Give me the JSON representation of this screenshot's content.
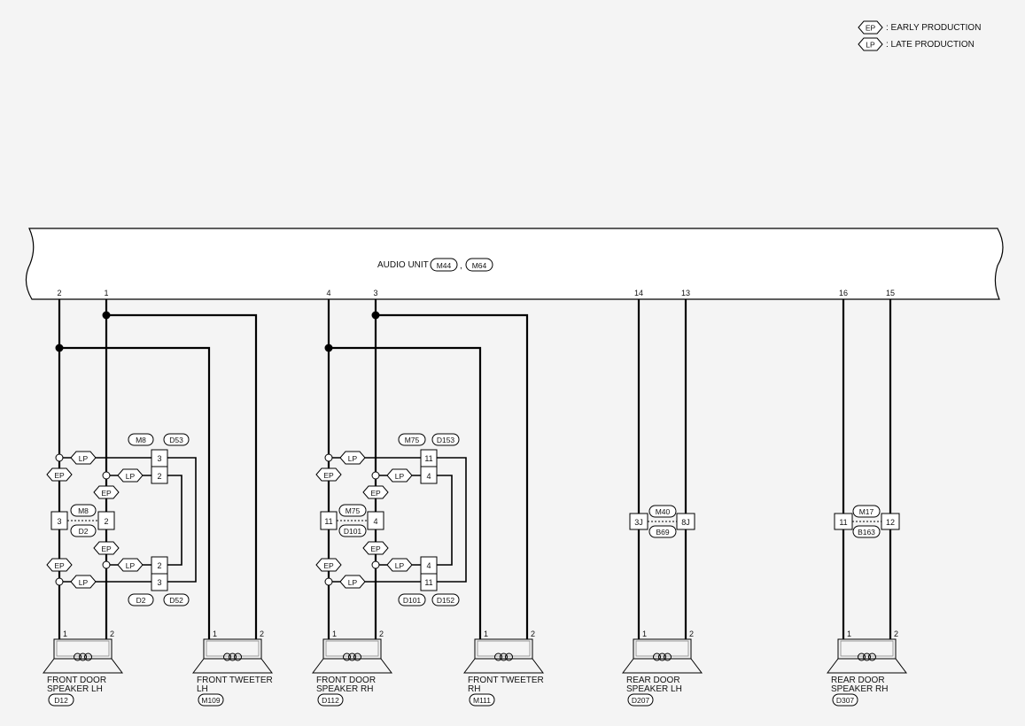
{
  "legend": {
    "ep_tag": "EP",
    "ep_text": ": EARLY PRODUCTION",
    "lp_tag": "LP",
    "lp_text": ": LATE PRODUCTION"
  },
  "audio_unit": {
    "label": "AUDIO UNIT",
    "conn1": "M44",
    "sep": ",",
    "conn2": "M64",
    "pins": [
      "2",
      "1",
      "4",
      "3",
      "14",
      "13",
      "16",
      "15"
    ]
  },
  "left_group": {
    "top_conn_a": "M8",
    "top_conn_b": "D53",
    "top_pin_a": "3",
    "top_pin_b": "2",
    "mid_left_pin": "3",
    "mid_right_pin": "2",
    "mid_conn_a": "M8",
    "mid_conn_b": "D2",
    "bot_pin_a": "2",
    "bot_pin_b": "3",
    "bot_conn_a": "D2",
    "bot_conn_b": "D52"
  },
  "right_group": {
    "top_conn_a": "M75",
    "top_conn_b": "D153",
    "top_pin_a": "11",
    "top_pin_b": "4",
    "mid_left_pin": "11",
    "mid_right_pin": "4",
    "mid_conn_a": "M75",
    "mid_conn_b": "D101",
    "bot_pin_a": "4",
    "bot_pin_b": "11",
    "bot_conn_a": "D101",
    "bot_conn_b": "D152"
  },
  "rear_lh_inline": {
    "left_pin": "3J",
    "right_pin": "8J",
    "conn_a": "M40",
    "conn_b": "B69"
  },
  "rear_rh_inline": {
    "left_pin": "11",
    "right_pin": "12",
    "conn_a": "M17",
    "conn_b": "B163"
  },
  "speakers": [
    {
      "line1": "FRONT DOOR",
      "line2": "SPEAKER LH",
      "conn": "D12",
      "pin1": "1",
      "pin2": "2"
    },
    {
      "line1": "FRONT TWEETER",
      "line2": "LH",
      "conn": "M109",
      "pin1": "1",
      "pin2": "2"
    },
    {
      "line1": "FRONT DOOR",
      "line2": "SPEAKER RH",
      "conn": "D112",
      "pin1": "1",
      "pin2": "2"
    },
    {
      "line1": "FRONT TWEETER",
      "line2": "RH",
      "conn": "M111",
      "pin1": "1",
      "pin2": "2"
    },
    {
      "line1": "REAR DOOR",
      "line2": "SPEAKER LH",
      "conn": "D207",
      "pin1": "1",
      "pin2": "2"
    },
    {
      "line1": "REAR DOOR",
      "line2": "SPEAKER RH",
      "conn": "D307",
      "pin1": "1",
      "pin2": "2"
    }
  ],
  "tags": {
    "ep": "EP",
    "lp": "LP"
  }
}
